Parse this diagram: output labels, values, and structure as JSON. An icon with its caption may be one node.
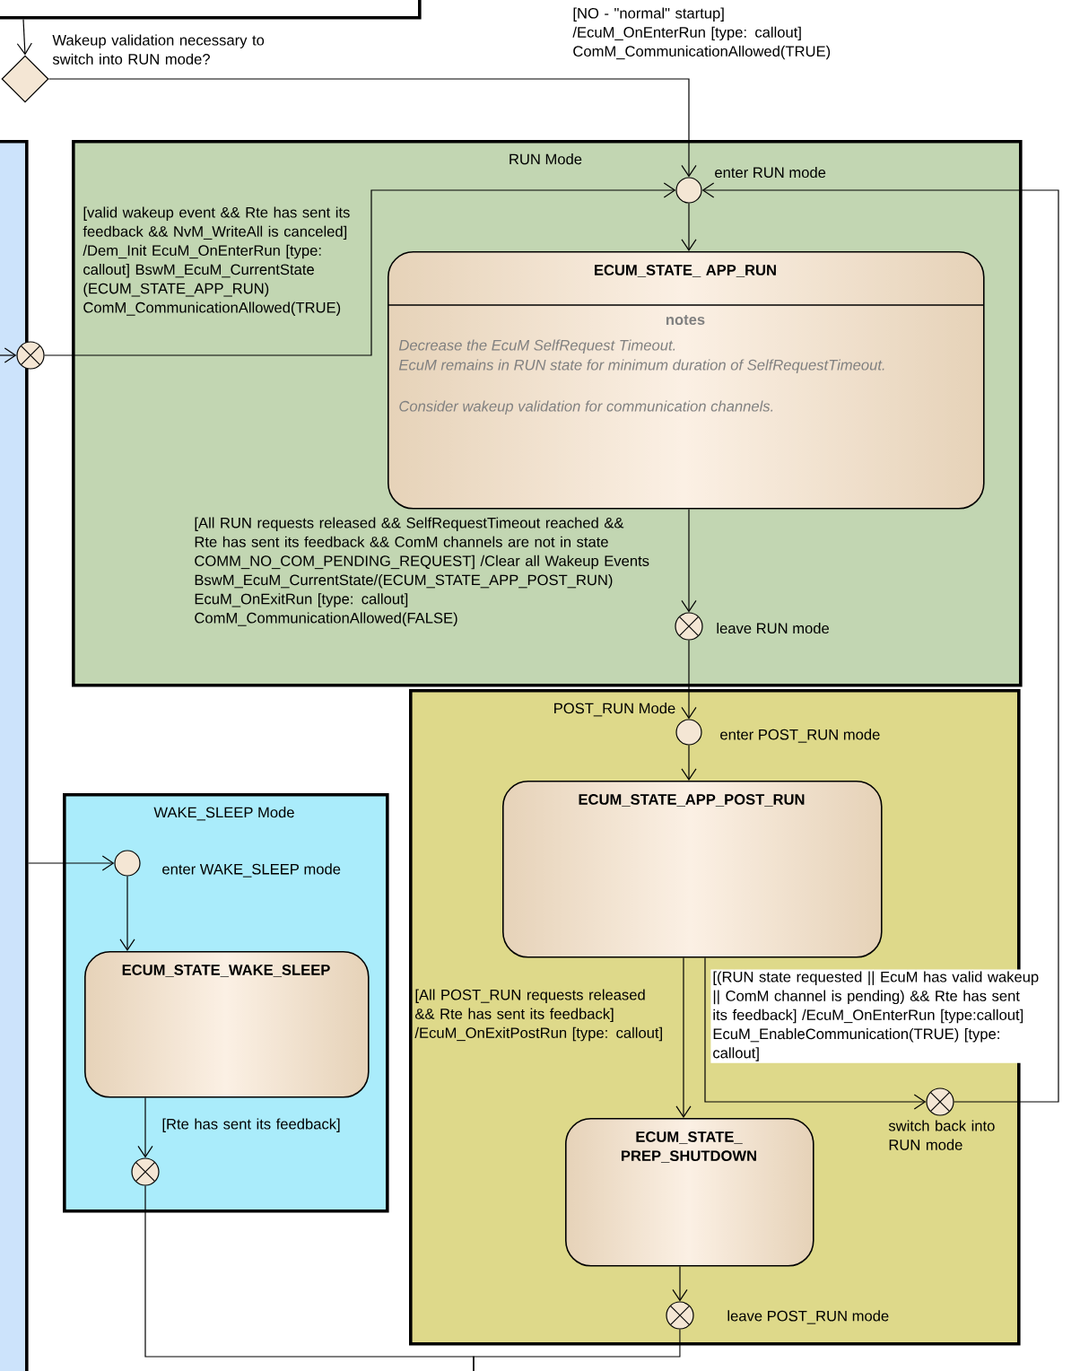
{
  "diagram": {
    "nodes": [
      {
        "text": [],
        "shape": "box"
      },
      {
        "text": [],
        "shape": "diamond",
        "beside": [
          "Wakeup validation necessary to switch into RUN mode?"
        ]
      },
      {
        "text": [
          "RUN Mode"
        ]
      },
      {
        "text": [],
        "shape": "circle",
        "in": 2,
        "beside": [
          "enter RUN mode"
        ]
      },
      {
        "text": [
          "ECUM_STATE_ APP_RUN",
          "notes",
          "Decrease the EcuM SelfRequest Timeout.",
          "EcuM remains in RUN state for minimum duration of SelfRequestTimeout.",
          "Consider wakeup validation for communication channels."
        ],
        "in": 2
      },
      {
        "text": [],
        "shape": "circle",
        "in": 2,
        "beside": [
          "leave RUN mode"
        ]
      },
      {
        "text": [],
        "shape": "circle"
      },
      {
        "text": [
          "POST_RUN Mode"
        ]
      },
      {
        "text": [],
        "shape": "circle",
        "in": 7,
        "beside": [
          "enter POST_RUN mode"
        ]
      },
      {
        "text": [
          "ECUM_STATE_APP_POST_RUN"
        ],
        "in": 7
      },
      {
        "text": [
          "ECUM_STATE_ PREP_SHUTDOWN"
        ],
        "in": 7
      },
      {
        "text": [],
        "shape": "circle",
        "in": 7,
        "beside": [
          "switch back into RUN mode"
        ]
      },
      {
        "text": [],
        "shape": "circle",
        "in": 7,
        "beside": [
          "leave POST_RUN mode"
        ]
      },
      {
        "text": [
          "WAKE_SLEEP Mode"
        ]
      },
      {
        "text": [],
        "shape": "circle",
        "in": 13,
        "beside": [
          "enter WAKE_SLEEP mode"
        ]
      },
      {
        "text": [
          "ECUM_STATE_WAKE_SLEEP"
        ],
        "in": 13
      },
      {
        "text": [],
        "shape": "circle",
        "in": 13
      },
      {
        "text": [],
        "shape": "box"
      }
    ],
    "edges": [
      {
        "from": 0,
        "to": 1,
        "arrow": "to"
      },
      {
        "from": 1,
        "to": 3,
        "arrow": "to",
        "label": "[NO - \"normal\" startup] /EcuM_OnEnterRun [type: callout] ComM_CommunicationAllowed(TRUE)"
      },
      {
        "from": 6,
        "to": 3,
        "arrow": "to",
        "label": "[valid wakeup event && Rte has sent its feedback && NvM_WriteAll is canceled] /Dem_Init EcuM_OnEnterRun [type: callout] BswM_EcuM_CurrentState (ECUM_STATE_APP_RUN) ComM_CommunicationAllowed(TRUE)"
      },
      {
        "from": 3,
        "to": 4,
        "arrow": "to"
      },
      {
        "from": 4,
        "to": 5,
        "arrow": "to",
        "label": "[All RUN requests released && SelfRequestTimeout reached && Rte has sent its feedback && ComM channels are not in state COMM_NO_COM_PENDING_REQUEST] /Clear all Wakeup Events BswM_EcuM_CurrentState/(ECUM_STATE_APP_POST_RUN) EcuM_OnExitRun [type: callout] ComM_CommunicationAllowed(FALSE)"
      },
      {
        "from": 5,
        "to": 8,
        "arrow": "to"
      },
      {
        "from": 8,
        "to": 9,
        "arrow": "to"
      },
      {
        "from": 9,
        "to": 10,
        "arrow": "to",
        "label": "[All POST_RUN requests released && Rte has sent its feedback] /EcuM_OnExitPostRun [type: callout]"
      },
      {
        "from": 9,
        "to": 11,
        "arrow": "to",
        "label": "[(RUN state requested || EcuM has valid wakeup || ComM channel is pending) && Rte has sent its feedback] /EcuM_OnEnterRun [type:callout] EcuM_EnableCommunication(TRUE) [type: callout]"
      },
      {
        "from": 11,
        "to": 3,
        "arrow": "to"
      },
      {
        "from": 10,
        "to": 12,
        "arrow": "to"
      },
      {
        "from": 17,
        "to": 6,
        "arrow": "to"
      },
      {
        "from": 17,
        "to": 14,
        "arrow": "to"
      },
      {
        "from": 14,
        "to": 15,
        "arrow": "to"
      },
      {
        "from": 15,
        "to": 16,
        "arrow": "to",
        "label": "[Rte has sent its feedback]"
      },
      {
        "from": 16,
        "to": null,
        "arrow": "none"
      },
      {
        "from": 12,
        "to": null,
        "arrow": "none"
      }
    ]
  }
}
